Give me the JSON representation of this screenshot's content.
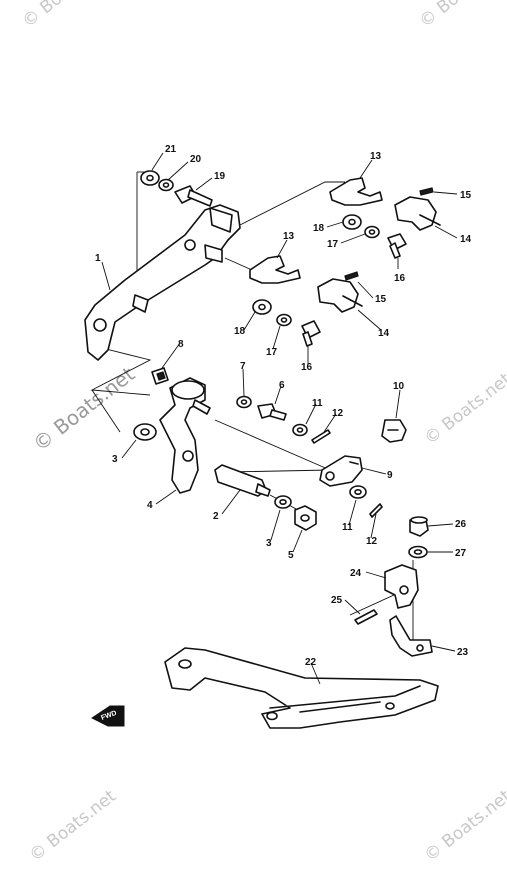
{
  "watermark": {
    "text": "© Boats.net"
  },
  "fwd_label": "FWD",
  "callouts": [
    {
      "id": "c21",
      "label": "21"
    },
    {
      "id": "c20",
      "label": "20"
    },
    {
      "id": "c19",
      "label": "19"
    },
    {
      "id": "c1",
      "label": "1"
    },
    {
      "id": "c13a",
      "label": "13"
    },
    {
      "id": "c15a",
      "label": "15"
    },
    {
      "id": "c14a",
      "label": "14"
    },
    {
      "id": "c18a",
      "label": "18"
    },
    {
      "id": "c17a",
      "label": "17"
    },
    {
      "id": "c16a",
      "label": "16"
    },
    {
      "id": "c13b",
      "label": "13"
    },
    {
      "id": "c15b",
      "label": "15"
    },
    {
      "id": "c14b",
      "label": "14"
    },
    {
      "id": "c18b",
      "label": "18"
    },
    {
      "id": "c17b",
      "label": "17"
    },
    {
      "id": "c16b",
      "label": "16"
    },
    {
      "id": "c8",
      "label": "8"
    },
    {
      "id": "c7",
      "label": "7"
    },
    {
      "id": "c6",
      "label": "6"
    },
    {
      "id": "c11a",
      "label": "11"
    },
    {
      "id": "c12a",
      "label": "12"
    },
    {
      "id": "c10",
      "label": "10"
    },
    {
      "id": "c3a",
      "label": "3"
    },
    {
      "id": "c4",
      "label": "4"
    },
    {
      "id": "c2",
      "label": "2"
    },
    {
      "id": "c9",
      "label": "9"
    },
    {
      "id": "c3b",
      "label": "3"
    },
    {
      "id": "c5",
      "label": "5"
    },
    {
      "id": "c11b",
      "label": "11"
    },
    {
      "id": "c12b",
      "label": "12"
    },
    {
      "id": "c26",
      "label": "26"
    },
    {
      "id": "c27",
      "label": "27"
    },
    {
      "id": "c24",
      "label": "24"
    },
    {
      "id": "c25",
      "label": "25"
    },
    {
      "id": "c23",
      "label": "23"
    },
    {
      "id": "c22",
      "label": "22"
    }
  ]
}
